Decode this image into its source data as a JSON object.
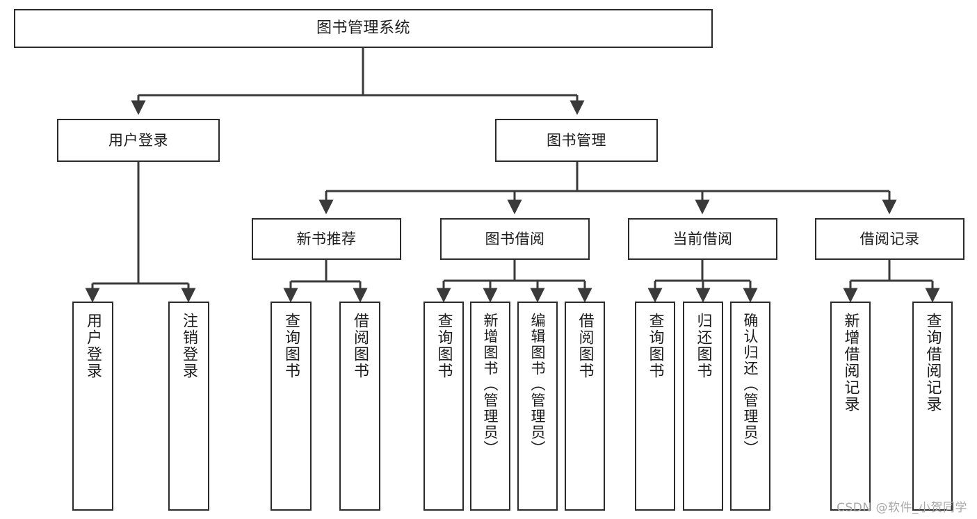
{
  "diagram": {
    "title": "图书管理系统",
    "type": "tree-hierarchy",
    "watermark": "CSDN @软件_小贺同学",
    "colors": {
      "box_border": "#2b2b2b",
      "box_fill": "#ffffff",
      "edge": "#3a3a3a",
      "text": "#1c1c1c",
      "watermark": "#a8a8a8"
    },
    "nodes": {
      "root": {
        "label": "图书管理系统"
      },
      "level2": [
        {
          "id": "user-login",
          "label": "用户登录"
        },
        {
          "id": "book-manage",
          "label": "图书管理"
        }
      ],
      "level3": [
        {
          "id": "new-book-recommend",
          "label": "新书推荐"
        },
        {
          "id": "book-borrow",
          "label": "图书借阅"
        },
        {
          "id": "current-borrow",
          "label": "当前借阅"
        },
        {
          "id": "borrow-record",
          "label": "借阅记录"
        }
      ],
      "leaves": {
        "user_login": [
          {
            "id": "leaf-user-login",
            "label": "用户登录"
          },
          {
            "id": "leaf-logout",
            "label": "注销登录"
          }
        ],
        "new_book_recommend": [
          {
            "id": "leaf-query-book-1",
            "label": "查询图书"
          },
          {
            "id": "leaf-borrow-book-1",
            "label": "借阅图书"
          }
        ],
        "book_borrow": [
          {
            "id": "leaf-query-book-2",
            "label": "查询图书"
          },
          {
            "id": "leaf-add-book",
            "label": "新增图书（管理员）"
          },
          {
            "id": "leaf-edit-book",
            "label": "编辑图书（管理员）"
          },
          {
            "id": "leaf-borrow-book-2",
            "label": "借阅图书"
          }
        ],
        "current_borrow": [
          {
            "id": "leaf-query-book-3",
            "label": "查询图书"
          },
          {
            "id": "leaf-return-book",
            "label": "归还图书"
          },
          {
            "id": "leaf-confirm-return",
            "label": "确认归还（管理员）"
          }
        ],
        "borrow_record": [
          {
            "id": "leaf-add-record",
            "label": "新增借阅记录"
          },
          {
            "id": "leaf-query-record",
            "label": "查询借阅记录"
          }
        ]
      }
    }
  }
}
